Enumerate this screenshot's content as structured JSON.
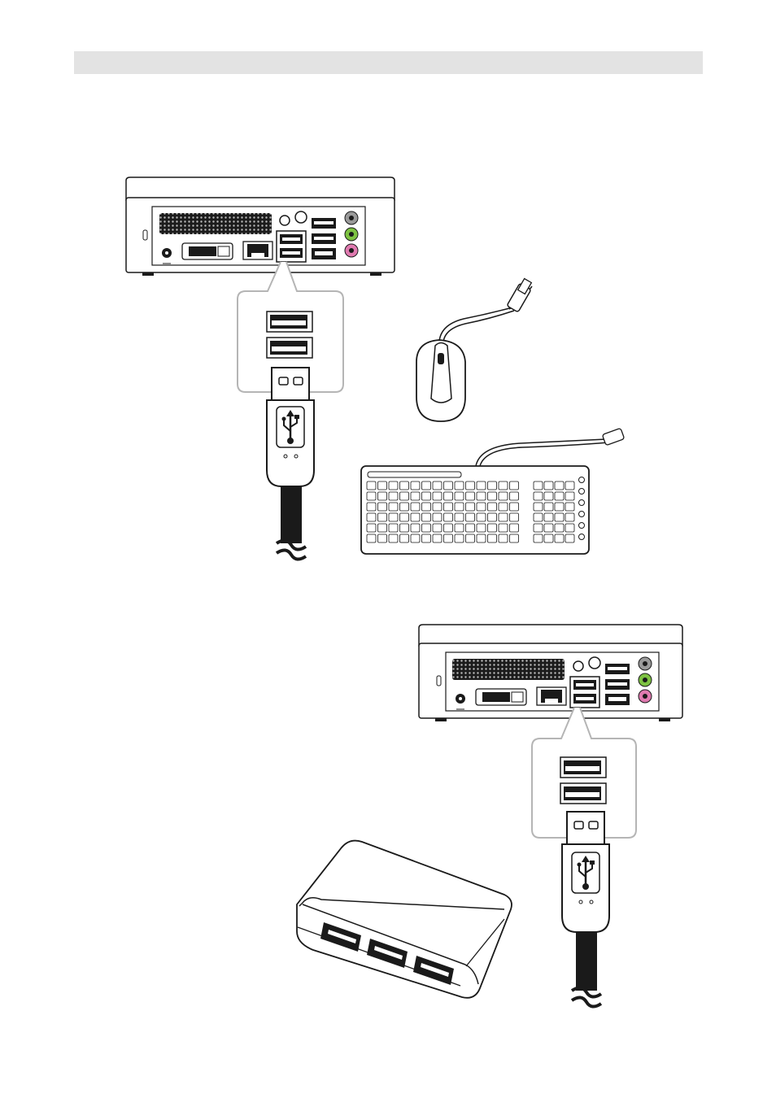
{
  "page": {
    "header_bar_color": "#e3e3e3"
  },
  "figure1": {
    "devices": [
      "pc-rear-panel",
      "usb-port-zoom",
      "usb-plug",
      "usb-mouse",
      "usb-keyboard"
    ],
    "icons": [
      "usb-trident-icon"
    ]
  },
  "figure2": {
    "devices": [
      "pc-rear-panel",
      "usb-port-zoom",
      "usb-plug",
      "usb-hub"
    ],
    "icons": [
      "usb-trident-icon"
    ]
  },
  "colors": {
    "audio_grey": "#9a9a9a",
    "audio_green": "#7dc242",
    "audio_pink": "#e07ab0",
    "line": "#1a1a1a",
    "zoom_border": "#b5b5b5"
  }
}
